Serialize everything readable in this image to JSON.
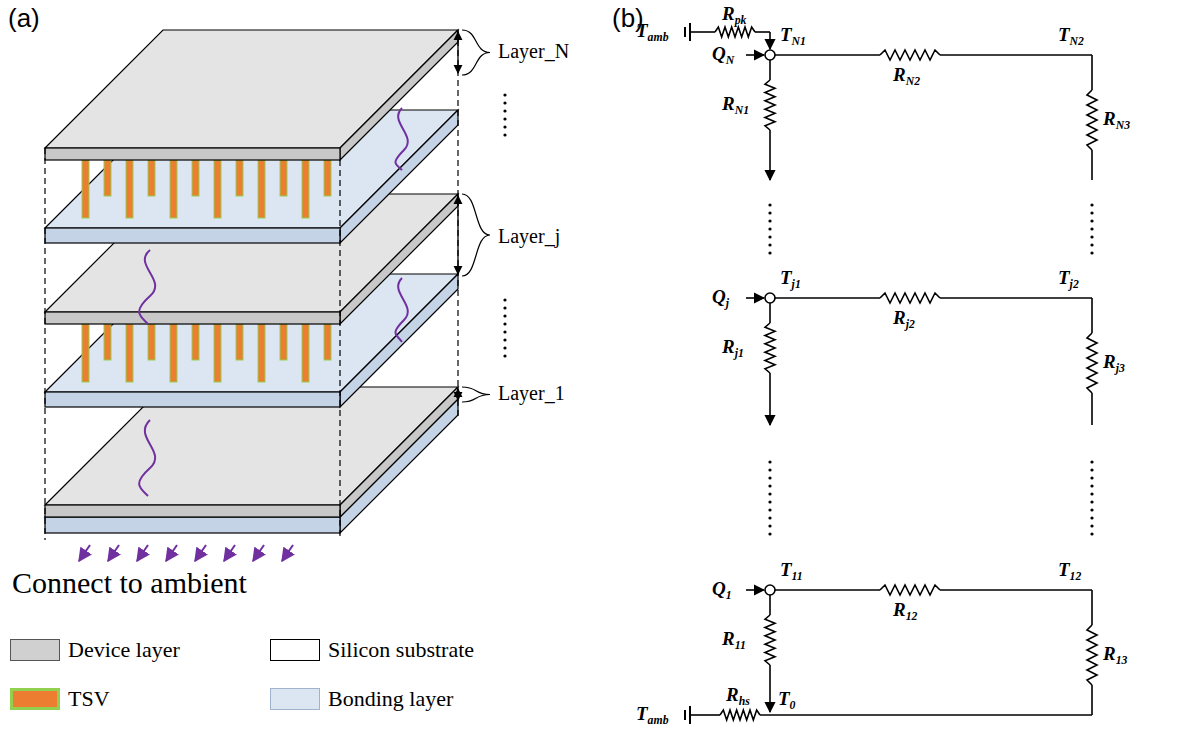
{
  "diagram": {
    "labels": [
      "(a)",
      "(b)",
      "Layer_N",
      "Layer_j",
      "Layer_1",
      "Connect to ambient",
      "Tamb",
      "Rpk",
      "TN1",
      "QN",
      "RN2",
      "TN2",
      "RN1",
      "RN3",
      "Qj",
      "Tj1",
      "Rj2",
      "Tj2",
      "Rj1",
      "Rj3",
      "Q1",
      "T11",
      "R12",
      "T12",
      "R11",
      "R13",
      "Tamb",
      "Rhs",
      "T0"
    ],
    "legend": [
      {
        "text": "Device layer",
        "color": "#d0d0d0"
      },
      {
        "text": "Silicon substrate",
        "color": "#ffffff"
      },
      {
        "text": "TSV",
        "color": "#ed7d31"
      },
      {
        "text": "Bonding layer",
        "color": "#dce6f2"
      }
    ]
  }
}
